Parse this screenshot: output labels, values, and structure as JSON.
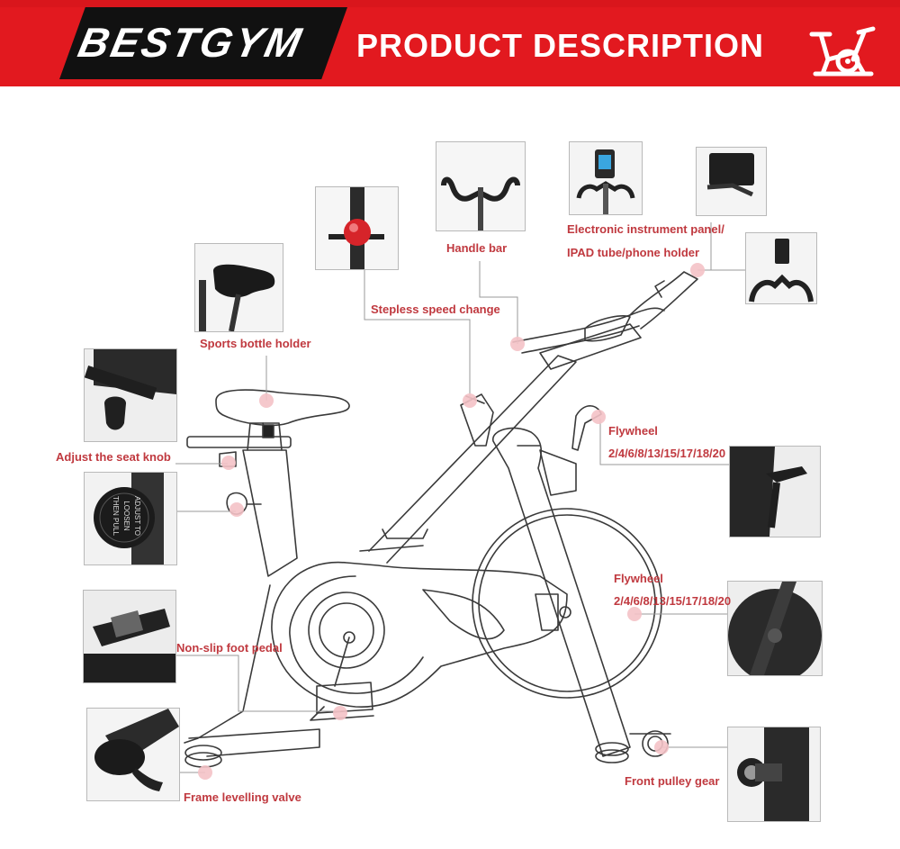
{
  "header": {
    "brand": "BESTGYM",
    "title": "PRODUCT DESCRIPTION",
    "colors": {
      "band": "#e2191f",
      "logo_bg": "#111111",
      "text": "#ffffff"
    },
    "icon": "exercise-bike-icon"
  },
  "labels": {
    "handle_bar": "Handle bar",
    "instrument_line1": "Electronic instrument panel/",
    "instrument_line2": "IPAD tube/phone holder",
    "stepless_speed": "Stepless speed change",
    "sports_bottle": "Sports bottle holder",
    "seat_knob": "Adjust the seat knob",
    "flywheel_1": "Flywheel",
    "flywheel_1_sizes": "2/4/6/8/13/15/17/18/20",
    "flywheel_2": "Flywheel",
    "flywheel_2_sizes": "2/4/6/8/13/15/17/18/20",
    "foot_pedal": "Non-slip foot pedal",
    "frame_valve": "Frame levelling valve",
    "front_pulley": "Front pulley gear"
  },
  "knob_text": {
    "line1": "ADJUST TO",
    "line2": "LOOSEN",
    "line3": "THEN PULL"
  },
  "accent_color": "#c0393f"
}
